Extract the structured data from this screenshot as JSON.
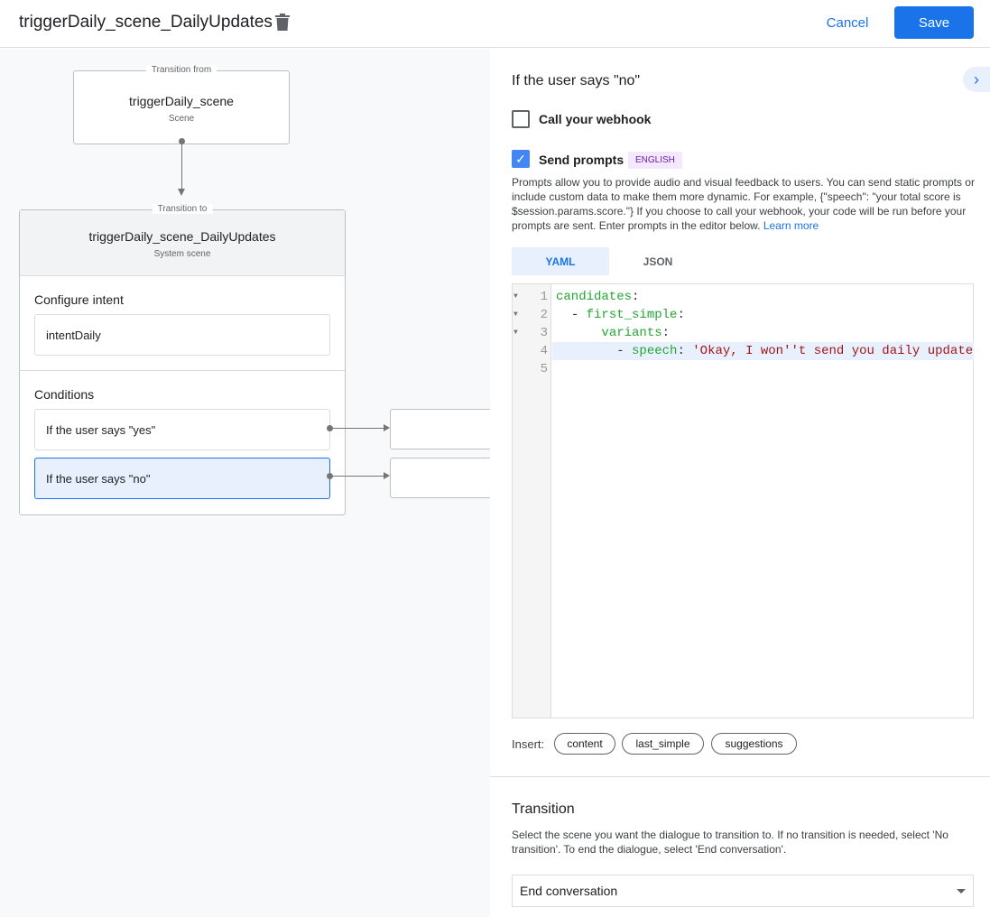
{
  "header": {
    "title": "triggerDaily_scene_DailyUpdates",
    "cancel": "Cancel",
    "save": "Save"
  },
  "canvas": {
    "from": {
      "label": "Transition from",
      "name": "triggerDaily_scene",
      "type": "Scene"
    },
    "to": {
      "label": "Transition to",
      "name": "triggerDaily_scene_DailyUpdates",
      "type": "System scene"
    },
    "intent_heading": "Configure intent",
    "intent": "intentDaily",
    "conditions_heading": "Conditions",
    "conditions": [
      {
        "label": "If the user says \"yes\""
      },
      {
        "label": "If the user says \"no\""
      }
    ]
  },
  "panel": {
    "title": "If the user says \"no\"",
    "webhook": {
      "label": "Call your webhook",
      "checked": false
    },
    "prompts": {
      "label": "Send prompts",
      "checked": true,
      "badge": "ENGLISH"
    },
    "description": "Prompts allow you to provide audio and visual feedback to users. You can send static prompts or include custom data to make them more dynamic. For example, {\"speech\": \"your total score is $session.params.score.\"} If you choose to call your webhook, your code will be run before your prompts are sent. Enter prompts in the editor below. ",
    "learn_more": "Learn more",
    "tabs": [
      {
        "label": "YAML",
        "active": true
      },
      {
        "label": "JSON",
        "active": false
      }
    ],
    "editor_lines": [
      {
        "n": "1",
        "indent": "",
        "dash": "",
        "key": "candidates",
        "sep": ":",
        "val": ""
      },
      {
        "n": "2",
        "indent": "  ",
        "dash": "- ",
        "key": "first_simple",
        "sep": ":",
        "val": ""
      },
      {
        "n": "3",
        "indent": "      ",
        "dash": "",
        "key": "variants",
        "sep": ":",
        "val": ""
      },
      {
        "n": "4",
        "indent": "        ",
        "dash": "- ",
        "key": "speech",
        "sep": ": ",
        "val": "'Okay, I won''t send you daily updates.'"
      },
      {
        "n": "5",
        "indent": "",
        "dash": "",
        "key": "",
        "sep": "",
        "val": ""
      }
    ],
    "insert_label": "Insert:",
    "insert_chips": [
      "content",
      "last_simple",
      "suggestions"
    ],
    "transition_title": "Transition",
    "transition_desc": "Select the scene you want the dialogue to transition to. If no transition is needed, select 'No transition'. To end the dialogue, select 'End conversation'.",
    "transition_value": "End conversation"
  },
  "colors": {
    "accent": "#1a73e8",
    "selected_bg": "#e8f0fe",
    "badge_bg": "#f3e8fd",
    "badge_text": "#681da8"
  }
}
